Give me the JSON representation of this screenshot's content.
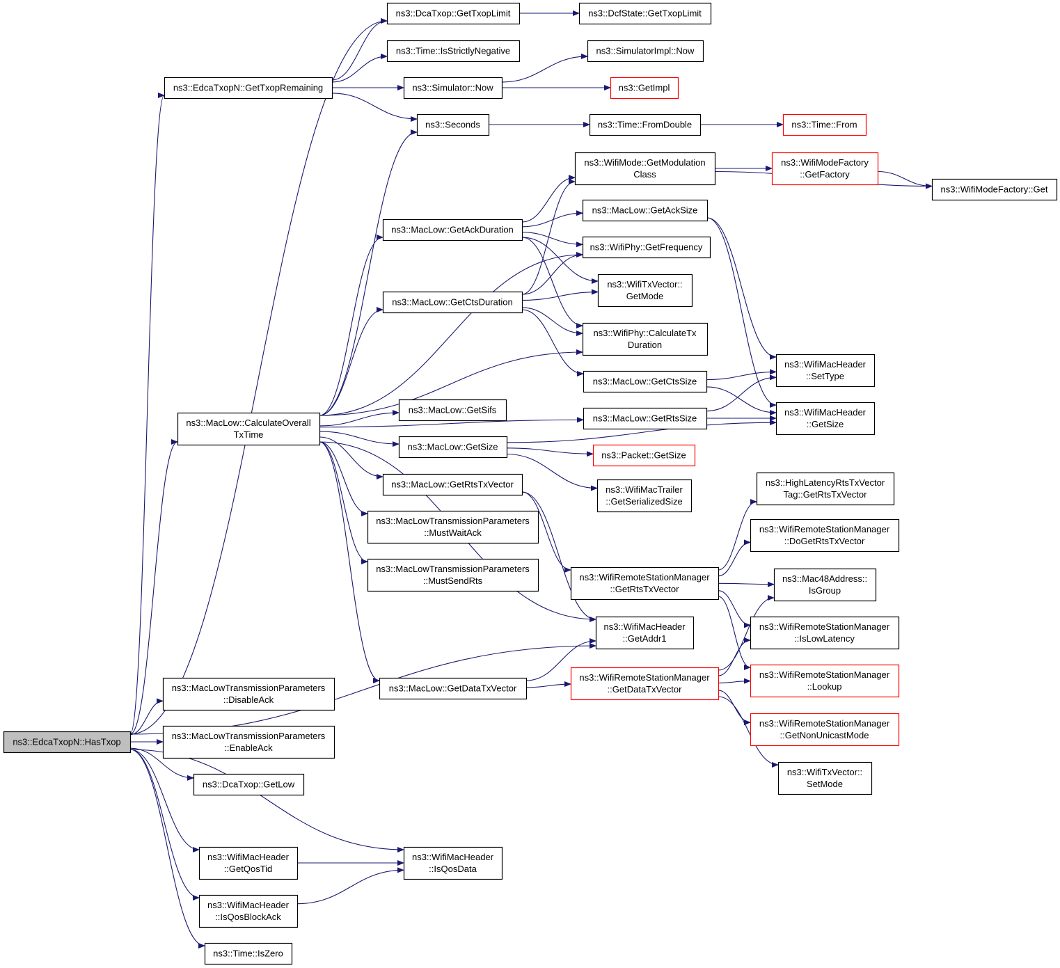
{
  "diagram": {
    "colors": {
      "edge": "#191970",
      "node_border": "#000000",
      "truncated_border": "#ff0000",
      "root_fill": "#bfbfbf",
      "node_fill": "#ffffff"
    },
    "nodes": [
      {
        "id": "HasTxop",
        "lines": [
          "ns3::EdcaTxopN::HasTxop"
        ],
        "role": "root"
      },
      {
        "id": "GetTxopLimitDca",
        "lines": [
          "ns3::DcaTxop::GetTxopLimit"
        ]
      },
      {
        "id": "GetTxopLimitDcf",
        "lines": [
          "ns3::DcfState::GetTxopLimit"
        ]
      },
      {
        "id": "IsStrictlyNegative",
        "lines": [
          "ns3::Time::IsStrictlyNegative"
        ]
      },
      {
        "id": "SimImplNow",
        "lines": [
          "ns3::SimulatorImpl::Now"
        ]
      },
      {
        "id": "GetTxopRemaining",
        "lines": [
          "ns3::EdcaTxopN::GetTxopRemaining"
        ]
      },
      {
        "id": "SimNow",
        "lines": [
          "ns3::Simulator::Now"
        ]
      },
      {
        "id": "GetImpl",
        "lines": [
          "ns3::GetImpl"
        ],
        "truncated": true
      },
      {
        "id": "Seconds",
        "lines": [
          "ns3::Seconds"
        ]
      },
      {
        "id": "FromDouble",
        "lines": [
          "ns3::Time::FromDouble"
        ]
      },
      {
        "id": "TimeFrom",
        "lines": [
          "ns3::Time::From"
        ],
        "truncated": true
      },
      {
        "id": "GetModClass",
        "lines": [
          "ns3::WifiMode::GetModulation",
          "Class"
        ]
      },
      {
        "id": "GetFactory",
        "lines": [
          "ns3::WifiModeFactory",
          "::GetFactory"
        ],
        "truncated": true
      },
      {
        "id": "FactoryGet",
        "lines": [
          "ns3::WifiModeFactory::Get"
        ]
      },
      {
        "id": "GetAckSize",
        "lines": [
          "ns3::MacLow::GetAckSize"
        ]
      },
      {
        "id": "GetAckDuration",
        "lines": [
          "ns3::MacLow::GetAckDuration"
        ]
      },
      {
        "id": "GetFrequency",
        "lines": [
          "ns3::WifiPhy::GetFrequency"
        ]
      },
      {
        "id": "GetMode",
        "lines": [
          "ns3::WifiTxVector::",
          "GetMode"
        ]
      },
      {
        "id": "GetCtsDuration",
        "lines": [
          "ns3::MacLow::GetCtsDuration"
        ]
      },
      {
        "id": "CalcTxDuration",
        "lines": [
          "ns3::WifiPhy::CalculateTx",
          "Duration"
        ]
      },
      {
        "id": "SetType",
        "lines": [
          "ns3::WifiMacHeader",
          "::SetType"
        ]
      },
      {
        "id": "GetCtsSize",
        "lines": [
          "ns3::MacLow::GetCtsSize"
        ]
      },
      {
        "id": "HdrGetSize",
        "lines": [
          "ns3::WifiMacHeader",
          "::GetSize"
        ]
      },
      {
        "id": "GetSifs",
        "lines": [
          "ns3::MacLow::GetSifs"
        ]
      },
      {
        "id": "GetRtsSize",
        "lines": [
          "ns3::MacLow::GetRtsSize"
        ]
      },
      {
        "id": "CalcOverall",
        "lines": [
          "ns3::MacLow::CalculateOverall",
          "TxTime"
        ]
      },
      {
        "id": "MacLowGetSize",
        "lines": [
          "ns3::MacLow::GetSize"
        ]
      },
      {
        "id": "PacketGetSize",
        "lines": [
          "ns3::Packet::GetSize"
        ],
        "truncated": true
      },
      {
        "id": "GetRtsTxVectorLow",
        "lines": [
          "ns3::MacLow::GetRtsTxVector"
        ]
      },
      {
        "id": "GetSerializedSize",
        "lines": [
          "ns3::WifiMacTrailer",
          "::GetSerializedSize"
        ]
      },
      {
        "id": "HLGetRts",
        "lines": [
          "ns3::HighLatencyRtsTxVector",
          "Tag::GetRtsTxVector"
        ]
      },
      {
        "id": "MustWaitAck",
        "lines": [
          "ns3::MacLowTransmissionParameters",
          "::MustWaitAck"
        ]
      },
      {
        "id": "DoGetRts",
        "lines": [
          "ns3::WifiRemoteStationManager",
          "::DoGetRtsTxVector"
        ]
      },
      {
        "id": "MustSendRts",
        "lines": [
          "ns3::MacLowTransmissionParameters",
          "::MustSendRts"
        ]
      },
      {
        "id": "WRSMGetRts",
        "lines": [
          "ns3::WifiRemoteStationManager",
          "::GetRtsTxVector"
        ]
      },
      {
        "id": "IsGroup",
        "lines": [
          "ns3::Mac48Address::",
          "IsGroup"
        ]
      },
      {
        "id": "GetAddr1",
        "lines": [
          "ns3::WifiMacHeader",
          "::GetAddr1"
        ]
      },
      {
        "id": "IsLowLatency",
        "lines": [
          "ns3::WifiRemoteStationManager",
          "::IsLowLatency"
        ]
      },
      {
        "id": "Lookup",
        "lines": [
          "ns3::WifiRemoteStationManager",
          "::Lookup"
        ],
        "truncated": true
      },
      {
        "id": "GetDataTxVectorLow",
        "lines": [
          "ns3::MacLow::GetDataTxVector"
        ]
      },
      {
        "id": "WRSMGetData",
        "lines": [
          "ns3::WifiRemoteStationManager",
          "::GetDataTxVector"
        ],
        "truncated": true
      },
      {
        "id": "DisableAck",
        "lines": [
          "ns3::MacLowTransmissionParameters",
          "::DisableAck"
        ]
      },
      {
        "id": "GetNonUnicast",
        "lines": [
          "ns3::WifiRemoteStationManager",
          "::GetNonUnicastMode"
        ],
        "truncated": true
      },
      {
        "id": "EnableAck",
        "lines": [
          "ns3::MacLowTransmissionParameters",
          "::EnableAck"
        ]
      },
      {
        "id": "SetMode",
        "lines": [
          "ns3::WifiTxVector::",
          "SetMode"
        ]
      },
      {
        "id": "DcaGetLow",
        "lines": [
          "ns3::DcaTxop::GetLow"
        ]
      },
      {
        "id": "GetQosTid",
        "lines": [
          "ns3::WifiMacHeader",
          "::GetQosTid"
        ]
      },
      {
        "id": "IsQosData",
        "lines": [
          "ns3::WifiMacHeader",
          "::IsQosData"
        ]
      },
      {
        "id": "IsQosBlockAck",
        "lines": [
          "ns3::WifiMacHeader",
          "::IsQosBlockAck"
        ]
      },
      {
        "id": "IsZero",
        "lines": [
          "ns3::Time::IsZero"
        ]
      }
    ],
    "edges": [
      [
        "HasTxop",
        "GetTxopLimitDca"
      ],
      [
        "HasTxop",
        "GetTxopRemaining"
      ],
      [
        "HasTxop",
        "CalcOverall"
      ],
      [
        "HasTxop",
        "GetAddr1"
      ],
      [
        "HasTxop",
        "DisableAck"
      ],
      [
        "HasTxop",
        "EnableAck"
      ],
      [
        "HasTxop",
        "DcaGetLow"
      ],
      [
        "HasTxop",
        "IsQosData"
      ],
      [
        "HasTxop",
        "GetQosTid"
      ],
      [
        "HasTxop",
        "IsQosBlockAck"
      ],
      [
        "HasTxop",
        "IsZero"
      ],
      [
        "GetTxopLimitDca",
        "GetTxopLimitDcf"
      ],
      [
        "GetTxopRemaining",
        "GetTxopLimitDca"
      ],
      [
        "GetTxopRemaining",
        "IsStrictlyNegative"
      ],
      [
        "GetTxopRemaining",
        "SimNow"
      ],
      [
        "GetTxopRemaining",
        "Seconds"
      ],
      [
        "SimNow",
        "SimImplNow"
      ],
      [
        "SimNow",
        "GetImpl"
      ],
      [
        "Seconds",
        "FromDouble"
      ],
      [
        "FromDouble",
        "TimeFrom"
      ],
      [
        "GetModClass",
        "GetFactory"
      ],
      [
        "GetModClass",
        "FactoryGet"
      ],
      [
        "GetFactory",
        "FactoryGet"
      ],
      [
        "GetAckSize",
        "SetType"
      ],
      [
        "GetAckSize",
        "HdrGetSize"
      ],
      [
        "GetAckDuration",
        "GetModClass"
      ],
      [
        "GetAckDuration",
        "GetAckSize"
      ],
      [
        "GetAckDuration",
        "GetFrequency"
      ],
      [
        "GetAckDuration",
        "GetMode"
      ],
      [
        "GetAckDuration",
        "CalcTxDuration"
      ],
      [
        "GetCtsDuration",
        "GetModClass"
      ],
      [
        "GetCtsDuration",
        "GetFrequency"
      ],
      [
        "GetCtsDuration",
        "GetMode"
      ],
      [
        "GetCtsDuration",
        "CalcTxDuration"
      ],
      [
        "GetCtsDuration",
        "GetCtsSize"
      ],
      [
        "GetCtsSize",
        "SetType"
      ],
      [
        "GetCtsSize",
        "HdrGetSize"
      ],
      [
        "GetRtsSize",
        "SetType"
      ],
      [
        "GetRtsSize",
        "HdrGetSize"
      ],
      [
        "CalcOverall",
        "Seconds"
      ],
      [
        "CalcOverall",
        "GetAckDuration"
      ],
      [
        "CalcOverall",
        "GetFrequency"
      ],
      [
        "CalcOverall",
        "GetCtsDuration"
      ],
      [
        "CalcOverall",
        "CalcTxDuration"
      ],
      [
        "CalcOverall",
        "GetRtsSize"
      ],
      [
        "CalcOverall",
        "GetSifs"
      ],
      [
        "CalcOverall",
        "MacLowGetSize"
      ],
      [
        "CalcOverall",
        "GetRtsTxVectorLow"
      ],
      [
        "CalcOverall",
        "MustWaitAck"
      ],
      [
        "CalcOverall",
        "MustSendRts"
      ],
      [
        "CalcOverall",
        "GetAddr1"
      ],
      [
        "CalcOverall",
        "GetDataTxVectorLow"
      ],
      [
        "MacLowGetSize",
        "PacketGetSize"
      ],
      [
        "MacLowGetSize",
        "GetSerializedSize"
      ],
      [
        "MacLowGetSize",
        "HdrGetSize"
      ],
      [
        "GetRtsTxVectorLow",
        "WRSMGetRts"
      ],
      [
        "GetRtsTxVectorLow",
        "GetAddr1"
      ],
      [
        "WRSMGetRts",
        "HLGetRts"
      ],
      [
        "WRSMGetRts",
        "DoGetRts"
      ],
      [
        "WRSMGetRts",
        "IsGroup"
      ],
      [
        "WRSMGetRts",
        "IsLowLatency"
      ],
      [
        "WRSMGetRts",
        "Lookup"
      ],
      [
        "GetDataTxVectorLow",
        "GetAddr1"
      ],
      [
        "GetDataTxVectorLow",
        "WRSMGetData"
      ],
      [
        "WRSMGetData",
        "IsGroup"
      ],
      [
        "WRSMGetData",
        "IsLowLatency"
      ],
      [
        "WRSMGetData",
        "Lookup"
      ],
      [
        "WRSMGetData",
        "GetNonUnicast"
      ],
      [
        "WRSMGetData",
        "SetMode"
      ],
      [
        "GetQosTid",
        "IsQosData"
      ],
      [
        "IsQosBlockAck",
        "IsQosData"
      ]
    ]
  }
}
